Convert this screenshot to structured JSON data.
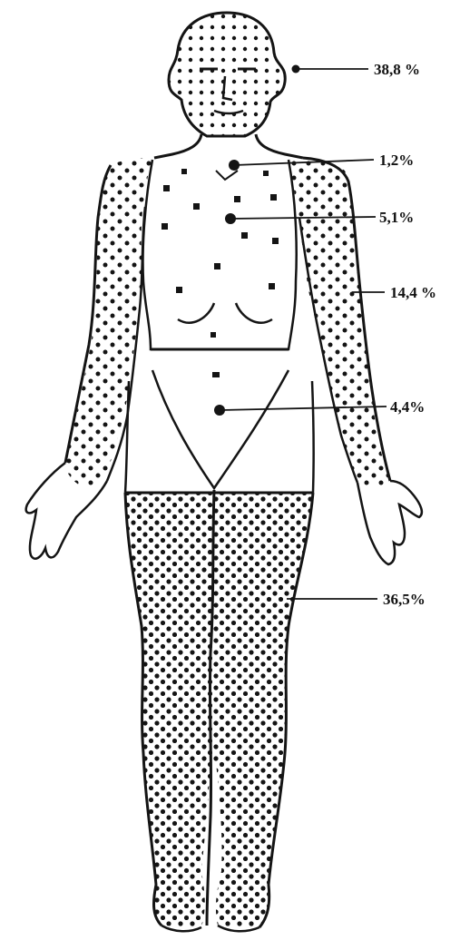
{
  "labels": {
    "head": "38,8 %",
    "neck": "1,2%",
    "trunk": "5,1%",
    "arms": "14,4 %",
    "abdomen": "4,4%",
    "legs": "36,5%"
  },
  "colors": {
    "ink": "#141414",
    "paper": "#ffffff"
  }
}
